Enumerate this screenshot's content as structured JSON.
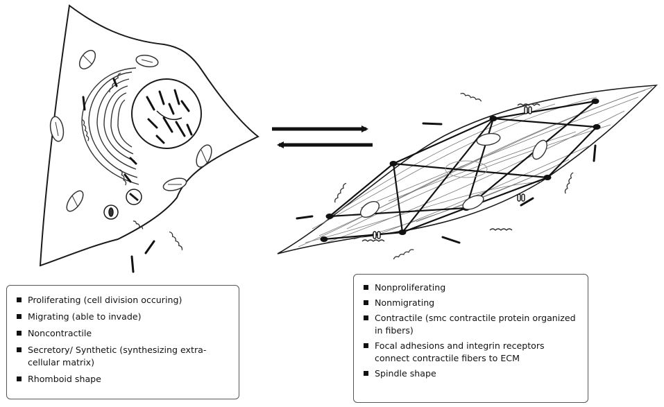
{
  "left_box": {
    "items": [
      "Proliferating (cell division occuring)",
      "Migrating (able to invade)",
      "Noncontractile",
      "Secretory/ Synthetic (synthesizing extra-cellular matrix)",
      "Rhomboid shape"
    ]
  },
  "right_box": {
    "items": [
      "Nonproliferating",
      "Nonmigrating",
      "Contractile (smc contractile protein organized in fibers)",
      "Focal adhesions and integrin receptors connect contractile fibers to ECM",
      "Spindle shape"
    ]
  },
  "colors": {
    "outline": "#1a1a1a",
    "box_border": "#555555",
    "background": "#ffffff"
  }
}
